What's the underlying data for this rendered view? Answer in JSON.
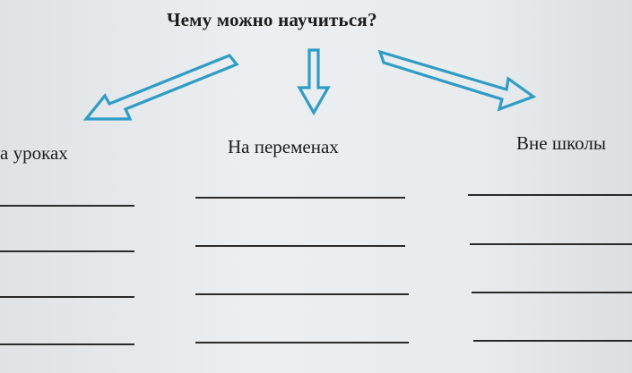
{
  "heading": "Чему можно научиться?",
  "columns": [
    {
      "label": "а уроках"
    },
    {
      "label": "На переменах"
    },
    {
      "label": "Вне школы"
    }
  ],
  "answer_lines_per_column": 4,
  "arrow_color": "#2f9cc6"
}
